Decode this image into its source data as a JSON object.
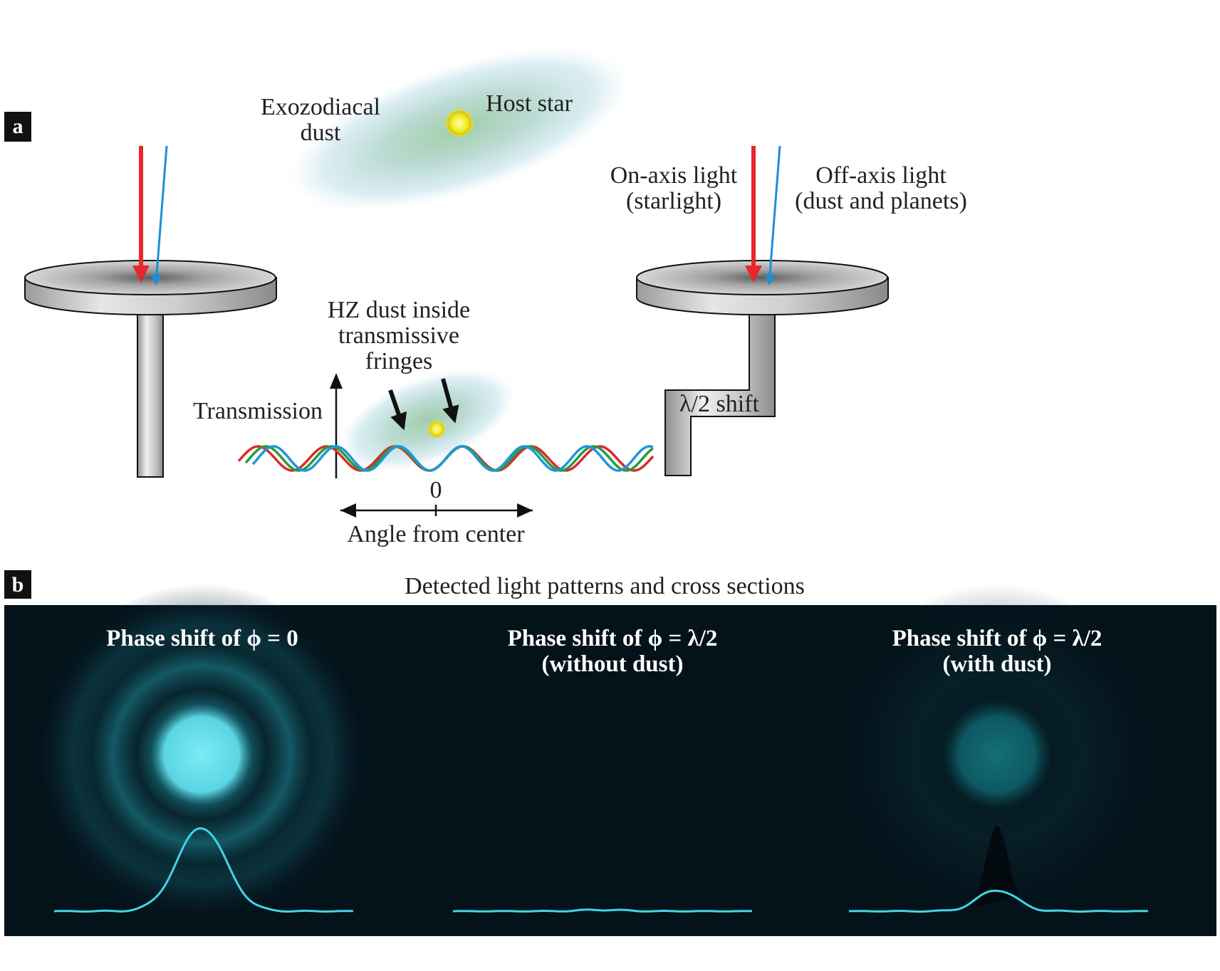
{
  "panel_a": {
    "tag": "a",
    "exozodiacal_dust_line1": "Exozodiacal",
    "exozodiacal_dust_line2": "dust",
    "host_star": "Host star",
    "on_axis_line1": "On-axis light",
    "on_axis_line2": "(starlight)",
    "off_axis_line1": "Off-axis light",
    "off_axis_line2": "(dust and planets)",
    "hz_line1": "HZ dust inside",
    "hz_line2": "transmissive",
    "hz_line3": "fringes",
    "transmission": "Transmission",
    "zero": "0",
    "angle_axis": "Angle from center",
    "shift_label": "λ/2 shift"
  },
  "panel_b": {
    "tag": "b",
    "title": "Detected light patterns and cross sections",
    "panels": [
      {
        "line1": "Phase shift of ϕ = 0",
        "line2": ""
      },
      {
        "line1": "Phase shift of ϕ = λ/2",
        "line2": "(without dust)"
      },
      {
        "line1": "Phase shift of ϕ = λ/2",
        "line2": "(with dust)"
      }
    ]
  },
  "colors": {
    "on_axis": "#e8262b",
    "off_axis": "#1b8fd8",
    "fringe_red": "#d92b2b",
    "fringe_green": "#2a9a3c",
    "fringe_blue": "#2196d9",
    "glow": "#3fd6e6",
    "star": "#f2ea2a",
    "panel_bg": "#04121a"
  }
}
